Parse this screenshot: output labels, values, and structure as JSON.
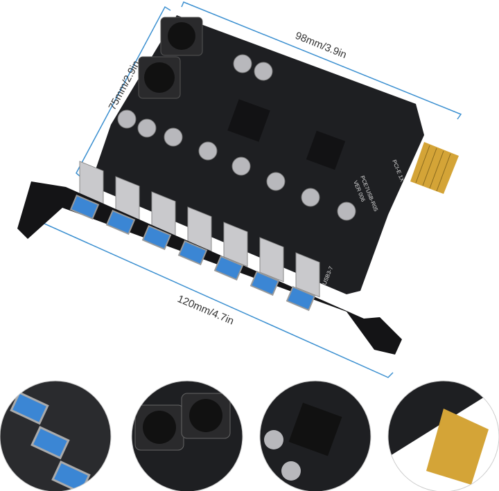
{
  "dimensions": {
    "length": "98mm/3.9in",
    "height": "75mm/2.9in",
    "bracket_length": "120mm/4.7in",
    "line_color": "#3a8fd0"
  },
  "board_markings": {
    "model": "PCE7USB-R05",
    "version": "VER 006",
    "interface": "PCI-E 1X",
    "port_label": "USB3-7"
  },
  "usb_port_count": 7,
  "detail_views": [
    "usb-ports-closeup",
    "inductors-closeup",
    "controller-chip-closeup",
    "pcie-connector-closeup"
  ],
  "colors": {
    "board": "#1e1f22",
    "bracket": "#141416",
    "usb_blue": "#3b86d4",
    "gold": "#d4a437",
    "capacitor": "#b8b8bc"
  }
}
